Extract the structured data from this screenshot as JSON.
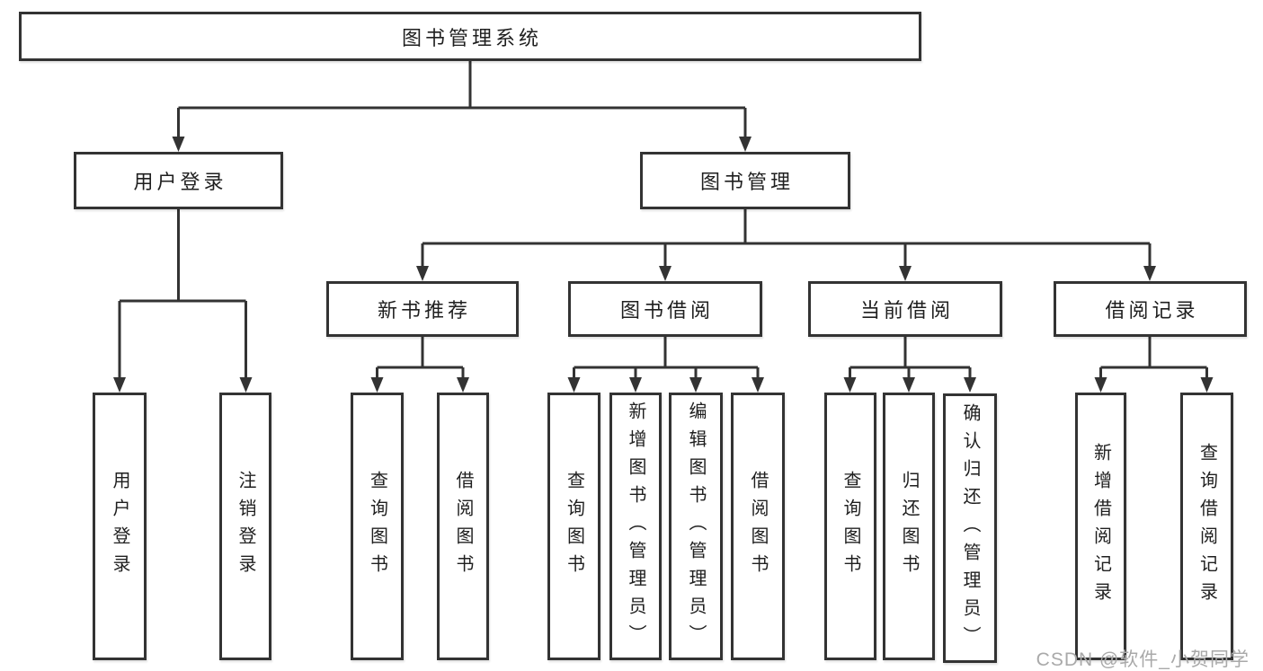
{
  "tree": {
    "label": "图书管理系统",
    "children": [
      {
        "label": "用户登录",
        "children": [
          {
            "label": "用户登录"
          },
          {
            "label": "注销登录"
          }
        ]
      },
      {
        "label": "图书管理",
        "children": [
          {
            "label": "新书推荐",
            "children": [
              {
                "label": "查询图书"
              },
              {
                "label": "借阅图书"
              }
            ]
          },
          {
            "label": "图书借阅",
            "children": [
              {
                "label": "查询图书"
              },
              {
                "label": "新增图书（管理员）"
              },
              {
                "label": "编辑图书（管理员）"
              },
              {
                "label": "借阅图书"
              }
            ]
          },
          {
            "label": "当前借阅",
            "children": [
              {
                "label": "查询图书"
              },
              {
                "label": "归还图书"
              },
              {
                "label": "确认归还（管理员）"
              }
            ]
          },
          {
            "label": "借阅记录",
            "children": [
              {
                "label": "新增借阅记录"
              },
              {
                "label": "查询借阅记录"
              }
            ]
          }
        ]
      }
    ]
  },
  "watermark": "CSDN @软件_小贺同学",
  "colors": {
    "line": "#333333",
    "text": "#1f1f1f",
    "watermark": "#a9a9a9",
    "background": "#ffffff"
  }
}
